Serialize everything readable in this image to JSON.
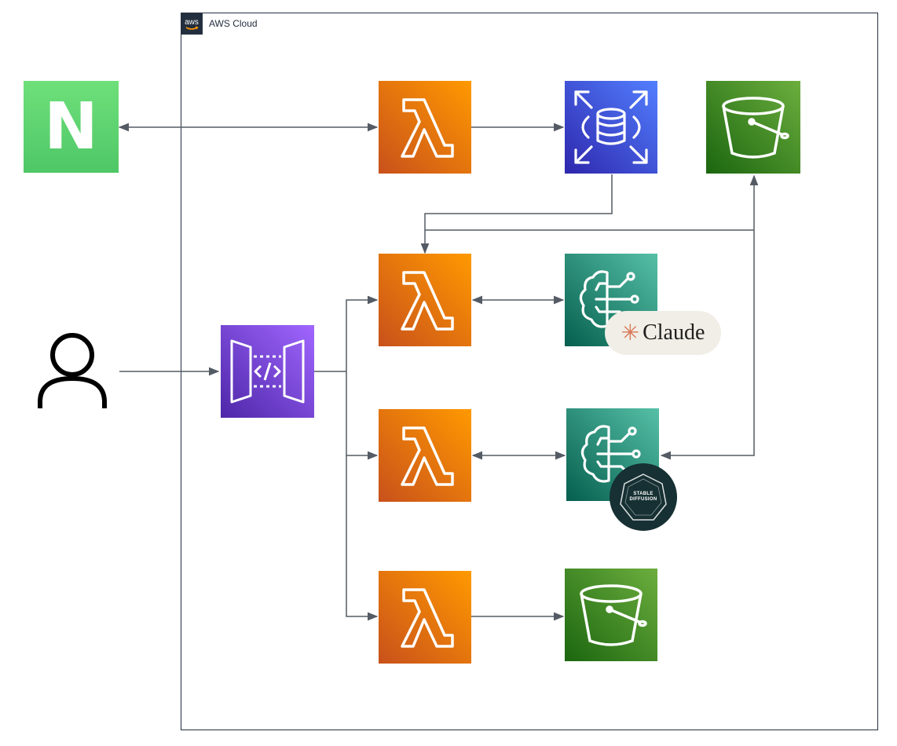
{
  "cloud": {
    "label": "AWS Cloud",
    "badge_text": "aws"
  },
  "nodes": {
    "naver": {
      "letter": "N"
    },
    "claude": {
      "star": "✳",
      "word": "Claude"
    },
    "stable_diffusion": {
      "line1": "STABLE",
      "line2": "DIFFUSION"
    }
  },
  "colors": {
    "lambda": "#ed7100",
    "s3": "#3f8624",
    "rds": "#3b48cc",
    "ml": "#01a88d",
    "api_gateway": "#8c4fff",
    "naver": "#5fd46c",
    "edge": "#545b64"
  },
  "icons": [
    "naver-logo-icon",
    "lambda-icon",
    "rds-icon",
    "s3-bucket-icon",
    "bedrock-model-icon",
    "api-gateway-icon",
    "user-icon",
    "claude-logo-icon",
    "stable-diffusion-logo-icon"
  ]
}
